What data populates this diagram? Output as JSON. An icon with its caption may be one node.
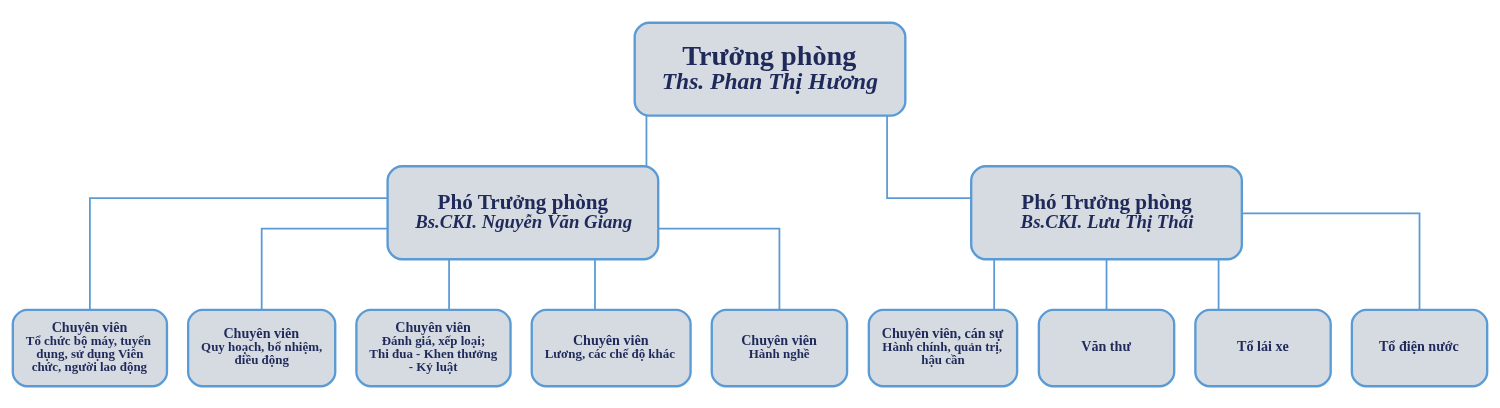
{
  "diagram": {
    "nodes": [
      {
        "text": [
          "Trưởng phòng",
          "Ths. Phan Thị Hương"
        ]
      },
      {
        "text": [
          "Phó Trưởng phòng",
          "Bs.CKI. Nguyễn Văn Giang"
        ]
      },
      {
        "text": [
          "Phó Trưởng phòng",
          "Bs.CKI. Lưu Thị Thái"
        ]
      },
      {
        "text": [
          "Chuyên viên",
          "Tổ chức bộ máy, tuyển dụng, sử dụng Viên chức, người lao động"
        ]
      },
      {
        "text": [
          "Chuyên viên",
          "Quy hoạch, bổ nhiệm, điều động"
        ]
      },
      {
        "text": [
          "Chuyên viên",
          "Đánh giá, xếp loại; Thi đua - Khen thưởng - Kỷ luật"
        ]
      },
      {
        "text": [
          "Chuyên viên",
          "Lương, các chế độ khác"
        ]
      },
      {
        "text": [
          "Chuyên viên",
          "Hành nghề"
        ]
      },
      {
        "text": [
          "Chuyên viên, cán sự",
          "Hành chính, quản trị, hậu cần"
        ]
      },
      {
        "text": [
          "Văn thư"
        ]
      },
      {
        "text": [
          "Tổ lái xe"
        ]
      },
      {
        "text": [
          "Tổ điện nước"
        ]
      }
    ],
    "edges": [
      {
        "from": 0,
        "to": 1,
        "arrow": "none"
      },
      {
        "from": 0,
        "to": 2,
        "arrow": "none"
      },
      {
        "from": 1,
        "to": 3,
        "arrow": "none"
      },
      {
        "from": 1,
        "to": 4,
        "arrow": "none"
      },
      {
        "from": 1,
        "to": 5,
        "arrow": "none"
      },
      {
        "from": 1,
        "to": 6,
        "arrow": "none"
      },
      {
        "from": 1,
        "to": 7,
        "arrow": "none"
      },
      {
        "from": 2,
        "to": 8,
        "arrow": "none"
      },
      {
        "from": 2,
        "to": 9,
        "arrow": "none"
      },
      {
        "from": 2,
        "to": 10,
        "arrow": "none"
      },
      {
        "from": 2,
        "to": 11,
        "arrow": "none"
      }
    ]
  }
}
